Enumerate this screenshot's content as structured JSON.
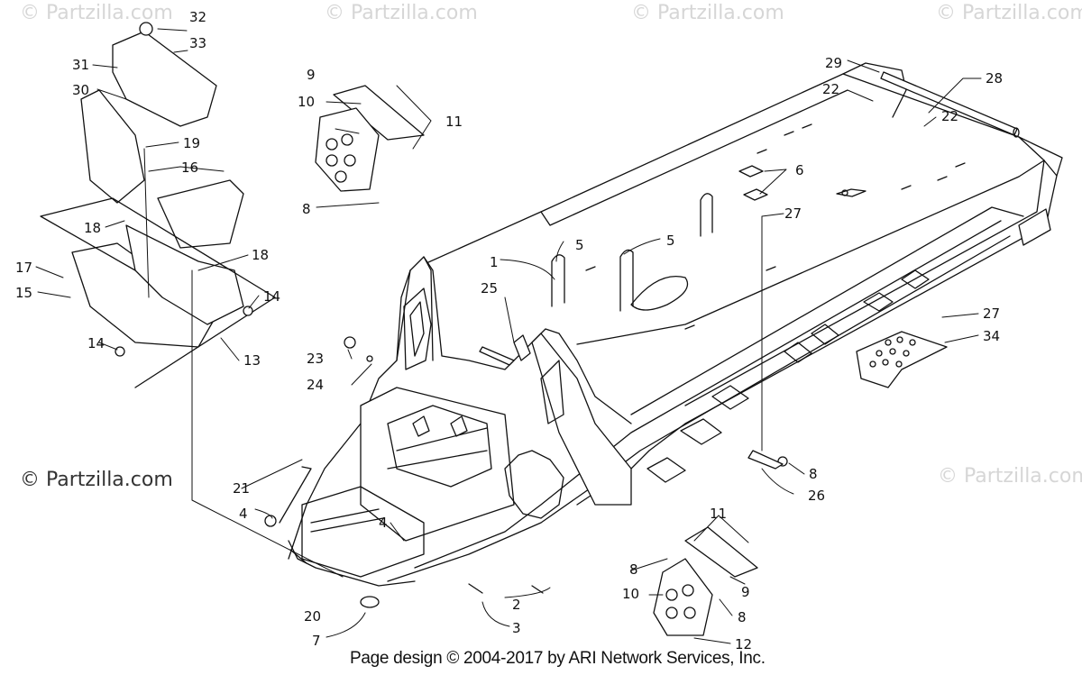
{
  "watermark": "© Partzilla.com",
  "watermark_main": "© Partzilla.com",
  "footer": "Page design © 2004-2017 by ARI Network Services, Inc.",
  "callouts": [
    {
      "id": "c1",
      "label": "1"
    },
    {
      "id": "c2",
      "label": "2"
    },
    {
      "id": "c3",
      "label": "3"
    },
    {
      "id": "c4a",
      "label": "4"
    },
    {
      "id": "c4b",
      "label": "4"
    },
    {
      "id": "c5a",
      "label": "5"
    },
    {
      "id": "c5b",
      "label": "5"
    },
    {
      "id": "c6",
      "label": "6"
    },
    {
      "id": "c7",
      "label": "7"
    },
    {
      "id": "c8a",
      "label": "8"
    },
    {
      "id": "c8b",
      "label": "8"
    },
    {
      "id": "c8c",
      "label": "8"
    },
    {
      "id": "c8d",
      "label": "8"
    },
    {
      "id": "c9a",
      "label": "9"
    },
    {
      "id": "c9b",
      "label": "9"
    },
    {
      "id": "c10a",
      "label": "10"
    },
    {
      "id": "c10b",
      "label": "10"
    },
    {
      "id": "c11a",
      "label": "11"
    },
    {
      "id": "c11b",
      "label": "11"
    },
    {
      "id": "c12",
      "label": "12"
    },
    {
      "id": "c13",
      "label": "13"
    },
    {
      "id": "c14a",
      "label": "14"
    },
    {
      "id": "c14b",
      "label": "14"
    },
    {
      "id": "c15",
      "label": "15"
    },
    {
      "id": "c16",
      "label": "16"
    },
    {
      "id": "c17",
      "label": "17"
    },
    {
      "id": "c18a",
      "label": "18"
    },
    {
      "id": "c18b",
      "label": "18"
    },
    {
      "id": "c19",
      "label": "19"
    },
    {
      "id": "c20",
      "label": "20"
    },
    {
      "id": "c21",
      "label": "21"
    },
    {
      "id": "c22a",
      "label": "22"
    },
    {
      "id": "c22b",
      "label": "22"
    },
    {
      "id": "c23",
      "label": "23"
    },
    {
      "id": "c24",
      "label": "24"
    },
    {
      "id": "c25",
      "label": "25"
    },
    {
      "id": "c26",
      "label": "26"
    },
    {
      "id": "c27a",
      "label": "27"
    },
    {
      "id": "c27b",
      "label": "27"
    },
    {
      "id": "c28",
      "label": "28"
    },
    {
      "id": "c29",
      "label": "29"
    },
    {
      "id": "c30",
      "label": "30"
    },
    {
      "id": "c31",
      "label": "31"
    },
    {
      "id": "c32",
      "label": "32"
    },
    {
      "id": "c33",
      "label": "33"
    },
    {
      "id": "c34",
      "label": "34"
    }
  ]
}
